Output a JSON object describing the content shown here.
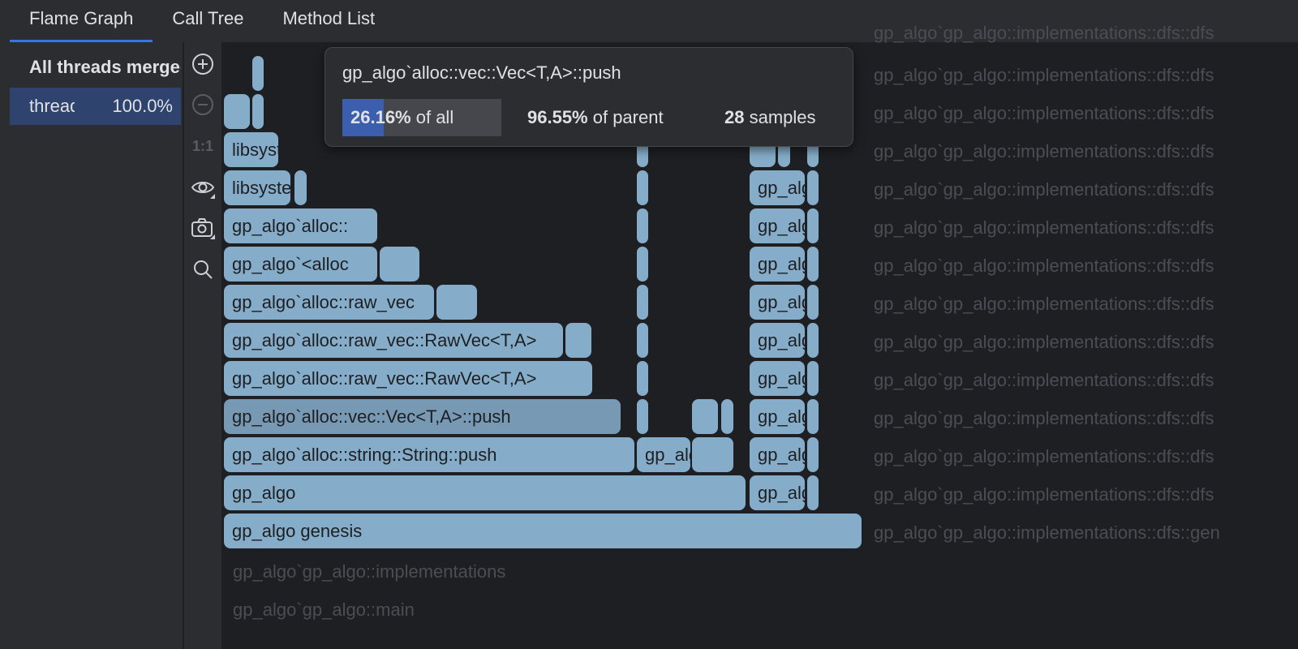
{
  "tabs": [
    {
      "label": "Flame Graph",
      "active": true
    },
    {
      "label": "Call Tree"
    },
    {
      "label": "Method List"
    }
  ],
  "threads": {
    "header": "All threads merged",
    "rows": [
      {
        "name": "thread",
        "percent": "100.0%"
      }
    ]
  },
  "toolbar": {
    "zoom_in": "zoom-in",
    "zoom_out": "zoom-out",
    "reset": "1:1",
    "view": "eye",
    "capture": "camera",
    "search": "search"
  },
  "flame": {
    "color": "#85adc9",
    "frames": [
      {
        "row": 0,
        "start": 311,
        "width": 14,
        "label": ""
      },
      {
        "row": 0,
        "start": 785,
        "width": 14,
        "label": ""
      },
      {
        "row": 1,
        "start": 276,
        "width": 32,
        "label": ""
      },
      {
        "row": 1,
        "start": 311,
        "width": 14,
        "label": ""
      },
      {
        "row": 1,
        "start": 785,
        "width": 14,
        "label": ""
      },
      {
        "row": 1,
        "start": 924,
        "width": 32,
        "label": ""
      },
      {
        "row": 2,
        "start": 276,
        "width": 67,
        "label": "libsystem"
      },
      {
        "row": 2,
        "start": 785,
        "width": 14,
        "label": ""
      },
      {
        "row": 2,
        "start": 924,
        "width": 32,
        "label": ""
      },
      {
        "row": 2,
        "start": 959,
        "width": 15,
        "label": ""
      },
      {
        "row": 2,
        "start": 995,
        "width": 14,
        "label": ""
      },
      {
        "row": 3,
        "start": 276,
        "width": 82,
        "label": "libsystem"
      },
      {
        "row": 3,
        "start": 363,
        "width": 15,
        "label": ""
      },
      {
        "row": 3,
        "start": 785,
        "width": 14,
        "label": ""
      },
      {
        "row": 3,
        "start": 924,
        "width": 68,
        "label": "gp_algo"
      },
      {
        "row": 3,
        "start": 995,
        "width": 14,
        "label": ""
      },
      {
        "row": 4,
        "start": 276,
        "width": 189,
        "label": "gp_algo`alloc::"
      },
      {
        "row": 4,
        "start": 785,
        "width": 14,
        "label": ""
      },
      {
        "row": 4,
        "start": 924,
        "width": 68,
        "label": "gp_algo"
      },
      {
        "row": 4,
        "start": 995,
        "width": 14,
        "label": ""
      },
      {
        "row": 5,
        "start": 276,
        "width": 189,
        "label": "gp_algo`<alloc"
      },
      {
        "row": 5,
        "start": 468,
        "width": 49,
        "label": ""
      },
      {
        "row": 5,
        "start": 785,
        "width": 14,
        "label": ""
      },
      {
        "row": 5,
        "start": 924,
        "width": 68,
        "label": "gp_algo"
      },
      {
        "row": 5,
        "start": 995,
        "width": 14,
        "label": ""
      },
      {
        "row": 6,
        "start": 276,
        "width": 259,
        "label": "gp_algo`alloc::raw_vec"
      },
      {
        "row": 6,
        "start": 538,
        "width": 50,
        "label": ""
      },
      {
        "row": 6,
        "start": 785,
        "width": 14,
        "label": ""
      },
      {
        "row": 6,
        "start": 924,
        "width": 68,
        "label": "gp_algo"
      },
      {
        "row": 6,
        "start": 995,
        "width": 14,
        "label": ""
      },
      {
        "row": 7,
        "start": 276,
        "width": 418,
        "label": "gp_algo`alloc::raw_vec::RawVec<T,A>"
      },
      {
        "row": 7,
        "start": 697,
        "width": 32,
        "label": ""
      },
      {
        "row": 7,
        "start": 785,
        "width": 14,
        "label": ""
      },
      {
        "row": 7,
        "start": 924,
        "width": 68,
        "label": "gp_algo"
      },
      {
        "row": 7,
        "start": 995,
        "width": 14,
        "label": ""
      },
      {
        "row": 8,
        "start": 276,
        "width": 454,
        "label": "gp_algo`alloc::raw_vec::RawVec<T,A>"
      },
      {
        "row": 8,
        "start": 785,
        "width": 14,
        "label": ""
      },
      {
        "row": 8,
        "start": 924,
        "width": 68,
        "label": "gp_algo"
      },
      {
        "row": 8,
        "start": 995,
        "width": 14,
        "label": ""
      },
      {
        "row": 9,
        "start": 276,
        "width": 489,
        "label": "gp_algo`alloc::vec::Vec<T,A>::push",
        "selected": true
      },
      {
        "row": 9,
        "start": 785,
        "width": 14,
        "label": ""
      },
      {
        "row": 9,
        "start": 853,
        "width": 32,
        "label": ""
      },
      {
        "row": 9,
        "start": 889,
        "width": 15,
        "label": ""
      },
      {
        "row": 9,
        "start": 924,
        "width": 68,
        "label": "gp_algo"
      },
      {
        "row": 9,
        "start": 995,
        "width": 14,
        "label": ""
      },
      {
        "row": 10,
        "start": 276,
        "width": 506,
        "label": "gp_algo`alloc::string::String::push"
      },
      {
        "row": 10,
        "start": 785,
        "width": 66,
        "label": "gp_algo"
      },
      {
        "row": 10,
        "start": 853,
        "width": 51,
        "label": ""
      },
      {
        "row": 10,
        "start": 924,
        "width": 68,
        "label": "gp_algo"
      },
      {
        "row": 10,
        "start": 995,
        "width": 14,
        "label": ""
      },
      {
        "row": 11,
        "start": 276,
        "width": 643,
        "label": "gp_algo"
      },
      {
        "row": 11,
        "start": 924,
        "width": 68,
        "label": "gp_algo"
      },
      {
        "row": 11,
        "start": 995,
        "width": 14,
        "label": ""
      },
      {
        "row": 12,
        "start": 276,
        "width": 786,
        "label": "gp_algo                                                                                  genesis"
      }
    ],
    "ghost_right": "gp_algo`gp_algo::implementations::dfs::dfs",
    "ghost_right_last": "gp_algo`gp_algo::implementations::dfs::gen",
    "ghost_bottom": [
      "gp_algo`gp_algo::implementations",
      "gp_algo`gp_algo::main"
    ]
  },
  "tooltip": {
    "title": "gp_algo`alloc::vec::Vec<T,A>::push",
    "of_all_value": "26.16%",
    "of_all_label": " of all",
    "of_all_fraction": 0.2616,
    "parent_value": "96.55%",
    "parent_label": " of parent",
    "samples_value": "28",
    "samples_label": " samples"
  }
}
